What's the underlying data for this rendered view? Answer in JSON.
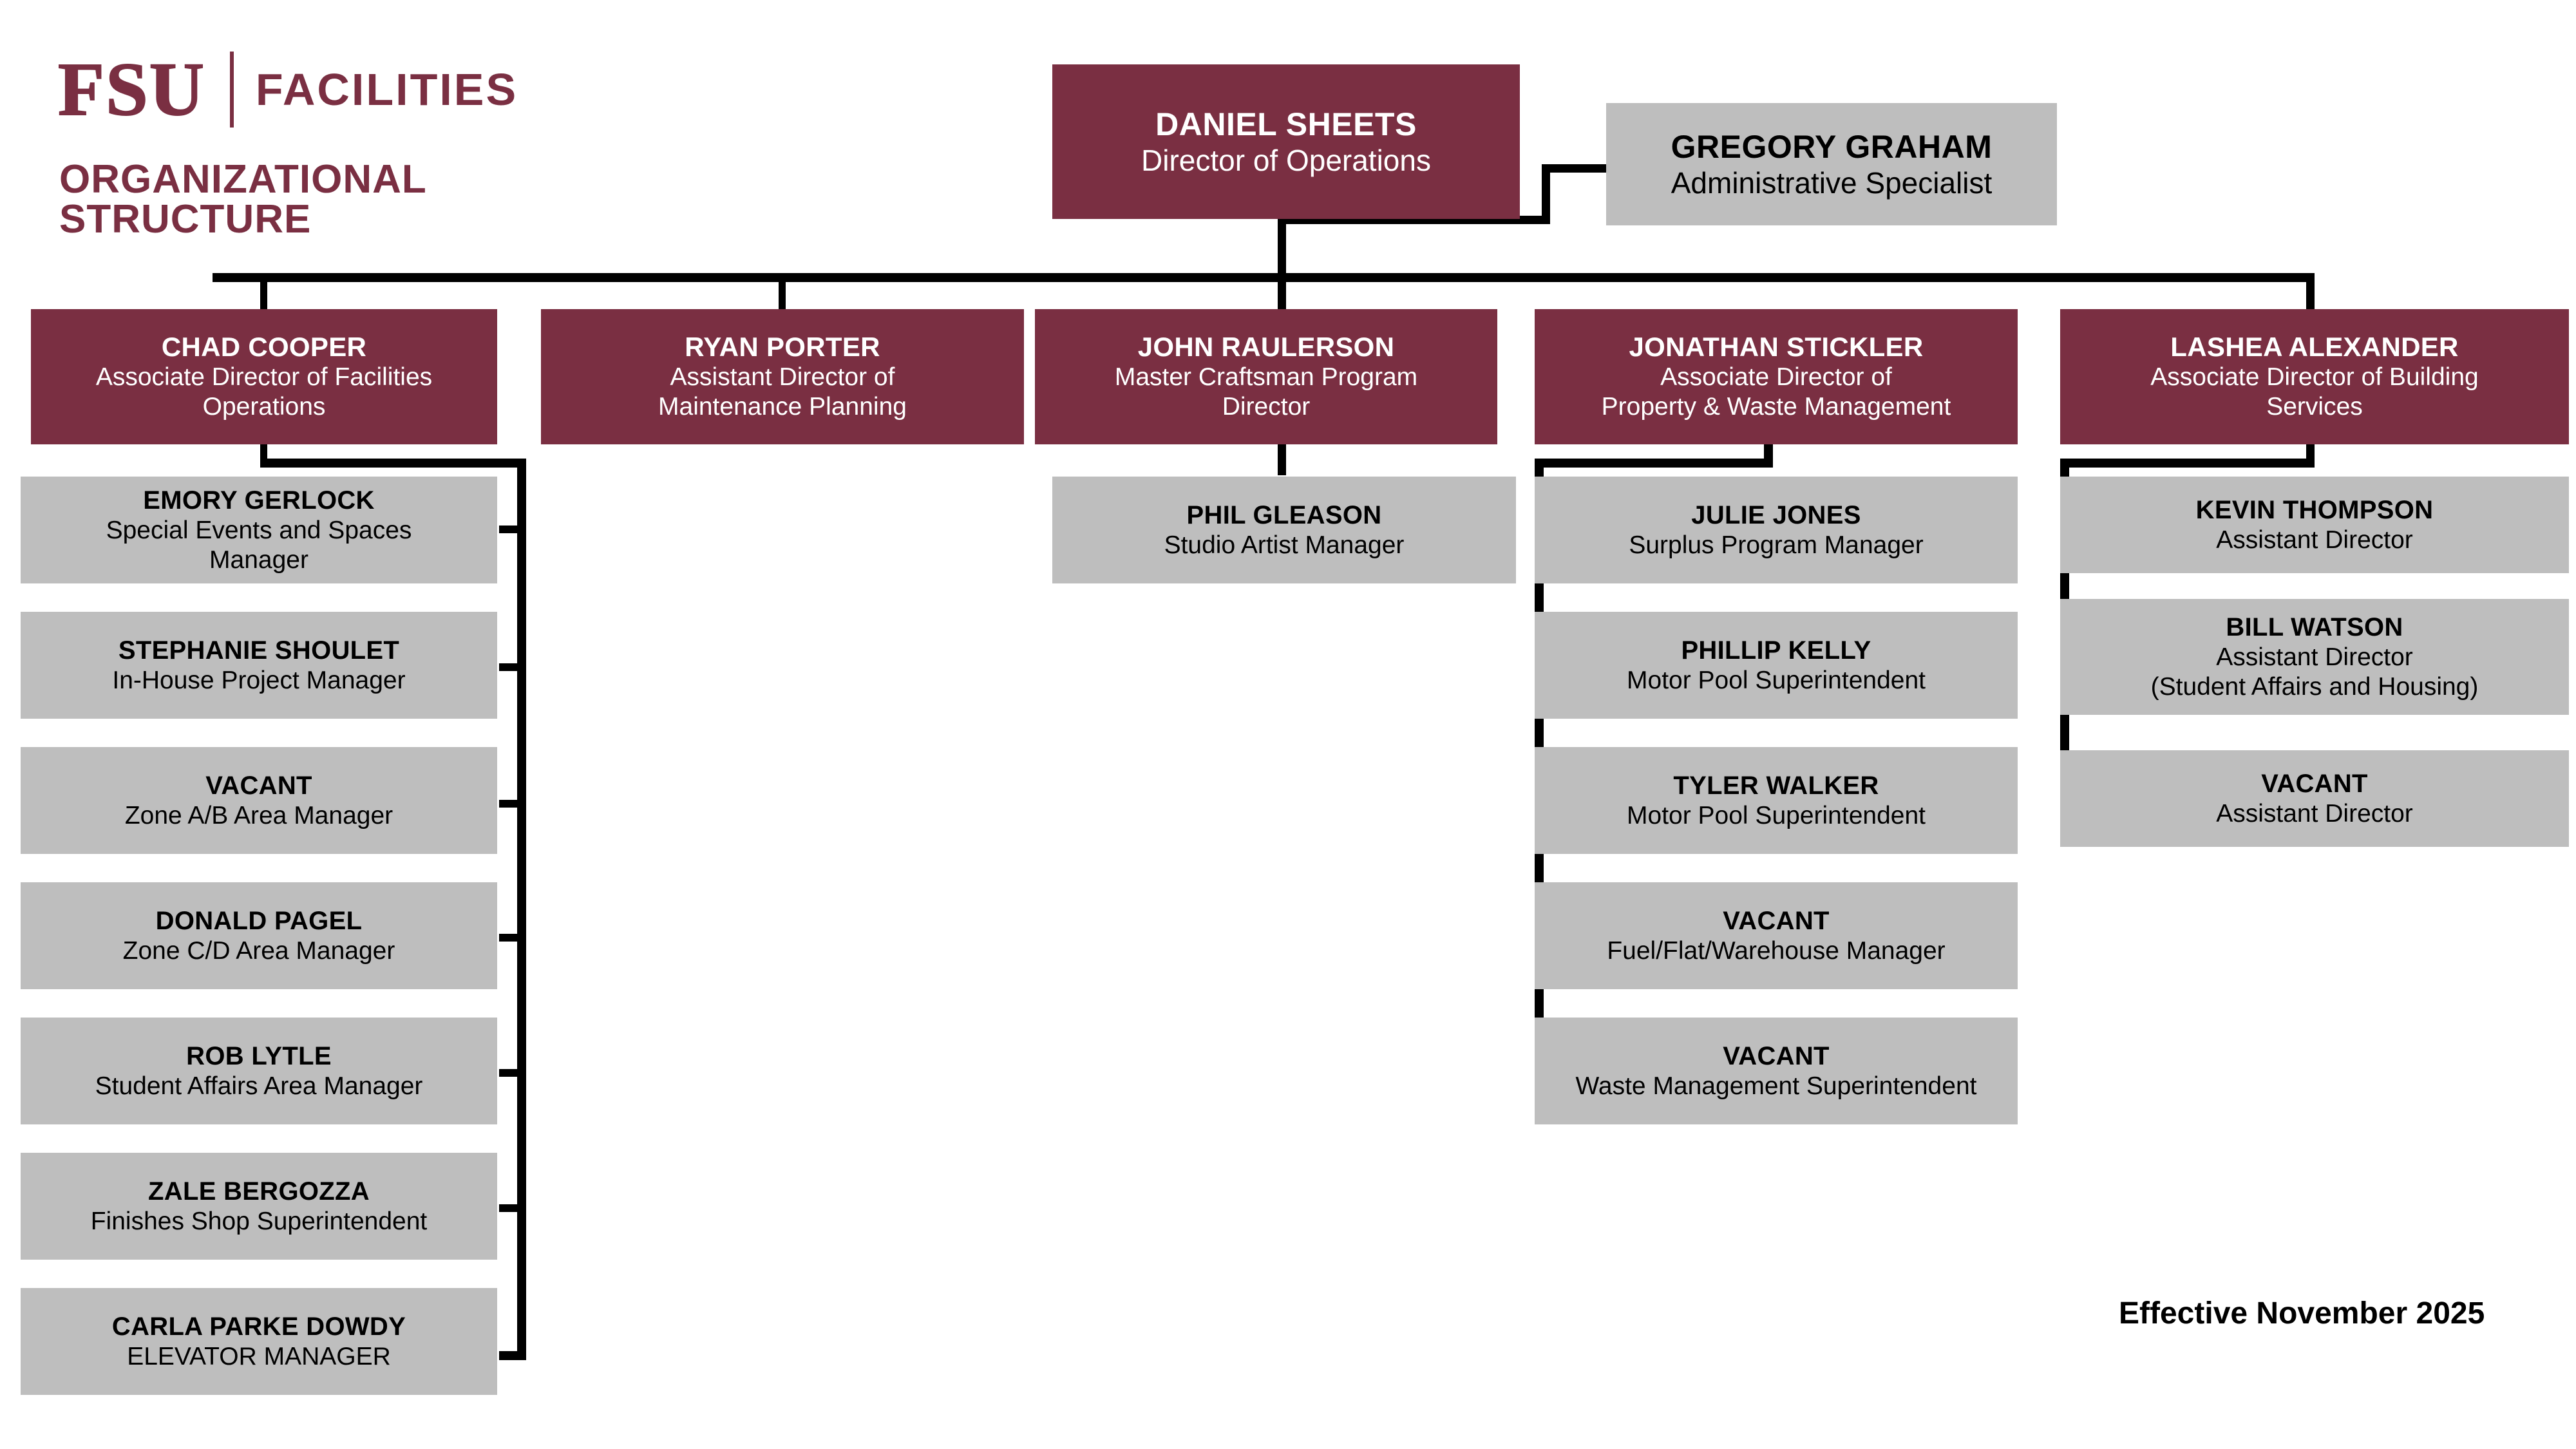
{
  "brand": {
    "logo_text": "FSU",
    "unit": "FACILITIES",
    "subtitle": "ORGANIZATIONAL STRUCTURE",
    "maroon": "#7A2F42",
    "gray": "#BEBEBE"
  },
  "footer": {
    "effective": "Effective November 2025"
  },
  "head": {
    "name": "DANIEL SHEETS",
    "title": "Director of Operations"
  },
  "assistant": {
    "name": "GREGORY GRAHAM",
    "title": "Administrative Specialist"
  },
  "leads": [
    {
      "name": "CHAD COOPER",
      "title_l1": "Associate Director of Facilities",
      "title_l2": "Operations"
    },
    {
      "name": "RYAN PORTER",
      "title_l1": "Assistant Director of",
      "title_l2": "Maintenance Planning"
    },
    {
      "name": "JOHN RAULERSON",
      "title_l1": "Master Craftsman Program",
      "title_l2": "Director"
    },
    {
      "name": "JONATHAN STICKLER",
      "title_l1": "Associate Director of",
      "title_l2": "Property & Waste Management"
    },
    {
      "name": "LASHEA ALEXANDER",
      "title_l1": "Associate Director of Building",
      "title_l2": "Services"
    }
  ],
  "cooper_reports": [
    {
      "name": "EMORY GERLOCK",
      "title_l1": "Special Events and Spaces",
      "title_l2": "Manager"
    },
    {
      "name": "STEPHANIE SHOULET",
      "title_l1": "In-House Project Manager",
      "title_l2": ""
    },
    {
      "name": "VACANT",
      "title_l1": "Zone A/B Area Manager",
      "title_l2": ""
    },
    {
      "name": "DONALD PAGEL",
      "title_l1": "Zone C/D Area Manager",
      "title_l2": ""
    },
    {
      "name": "ROB LYTLE",
      "title_l1": "Student Affairs Area Manager",
      "title_l2": ""
    },
    {
      "name": "ZALE BERGOZZA",
      "title_l1": "Finishes Shop Superintendent",
      "title_l2": ""
    },
    {
      "name": "CARLA PARKE DOWDY",
      "title_l1": "ELEVATOR MANAGER",
      "title_l2": ""
    }
  ],
  "raulerson_reports": [
    {
      "name": "PHIL GLEASON",
      "title_l1": "Studio Artist Manager",
      "title_l2": ""
    }
  ],
  "stickler_reports": [
    {
      "name": "JULIE JONES",
      "title_l1": "Surplus Program Manager",
      "title_l2": ""
    },
    {
      "name": "PHILLIP KELLY",
      "title_l1": "Motor Pool Superintendent",
      "title_l2": ""
    },
    {
      "name": "TYLER WALKER",
      "title_l1": "Motor Pool Superintendent",
      "title_l2": ""
    },
    {
      "name": "VACANT",
      "title_l1": "Fuel/Flat/Warehouse Manager",
      "title_l2": ""
    },
    {
      "name": "VACANT",
      "title_l1": "Waste Management Superintendent",
      "title_l2": ""
    }
  ],
  "alexander_reports": [
    {
      "name": "KEVIN THOMPSON",
      "title_l1": "Assistant Director",
      "title_l2": ""
    },
    {
      "name": "BILL WATSON",
      "title_l1": "Assistant Director",
      "title_l2": "(Student Affairs and Housing)"
    },
    {
      "name": "VACANT",
      "title_l1": "Assistant Director",
      "title_l2": ""
    }
  ]
}
